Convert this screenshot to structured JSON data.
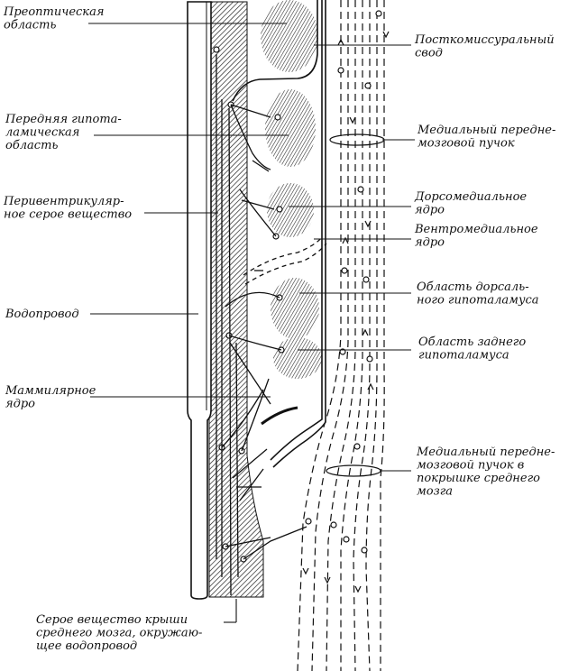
{
  "labels": {
    "preoptic": [
      "Преоптическая",
      "область"
    ],
    "postcommissural": [
      "Посткомиссуральный",
      "свод"
    ],
    "anterior_hypothalamic": [
      "Передняя гипота-",
      "ламическая",
      "область"
    ],
    "medial_forebrain_bundle": [
      "Медиальный передне-",
      "мозговой пучок"
    ],
    "periventricular": [
      "Перивентрикуляр-",
      "ное серое вещество"
    ],
    "dorsomedial": [
      "Дорсомедиальное",
      "ядро"
    ],
    "ventromedial": [
      "Вентромедиальное",
      "ядро"
    ],
    "aqueduct": [
      "Водопровод"
    ],
    "dorsal_hypothalamus": [
      "Область дорсаль-",
      "ного гипоталамуса"
    ],
    "posterior_hypothalamus": [
      "Область заднего",
      "гипоталамуса"
    ],
    "mammillary": [
      "Маммилярное",
      "ядро"
    ],
    "mfb_tegmentum": [
      "Медиальный передне-",
      "мозговой пучок в",
      "покрышке среднего",
      "мозга"
    ],
    "central_gray": [
      "Серое вещество крыши",
      "среднего мозга, окружаю-",
      "щее водопровод"
    ]
  },
  "colors": {
    "ink": "#111111",
    "paper": "#ffffff"
  }
}
